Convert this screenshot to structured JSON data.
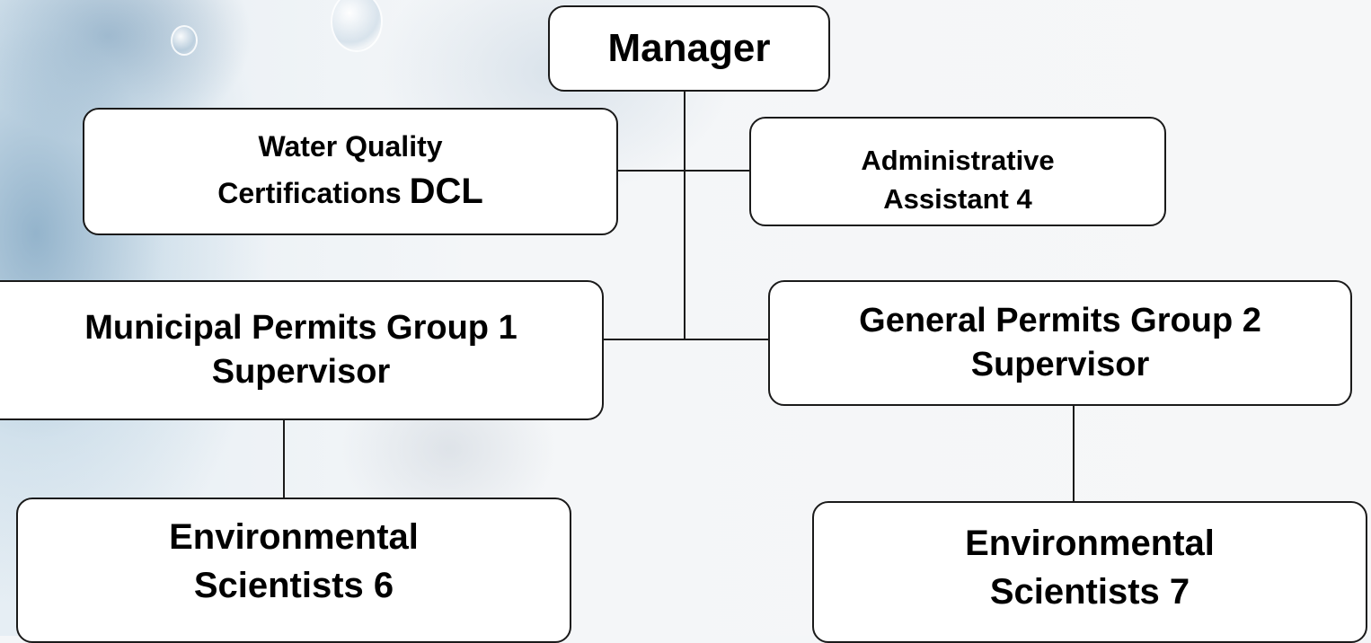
{
  "org_chart": {
    "manager": "Manager",
    "water_quality": {
      "line1": "Water Quality",
      "line2": "Certifications",
      "suffix": "DCL"
    },
    "admin_assistant": {
      "line1": "Administrative",
      "line2": "Assistant 4"
    },
    "municipal_permits": {
      "line1": "Municipal Permits Group 1",
      "line2": "Supervisor"
    },
    "general_permits": {
      "line1": "General Permits Group 2",
      "line2": "Supervisor"
    },
    "env_scientists_6": {
      "line1": "Environmental",
      "line2": "Scientists 6"
    },
    "env_scientists_7": {
      "line1": "Environmental",
      "line2": "Scientists 7"
    }
  }
}
